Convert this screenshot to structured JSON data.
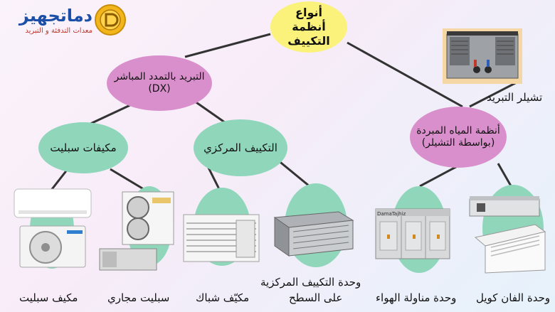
{
  "logo": {
    "name": "دماتجهيز",
    "tagline": "معدات التدفئة و التبريد"
  },
  "root": {
    "line1": "أنواع",
    "line2": "أنظمة التكييف"
  },
  "dx": {
    "line1": "التبريد بالتمدد المباشر",
    "line2": "(DX)"
  },
  "chilled": {
    "line1": "أنظمة المياه المبردة",
    "line2": "(بواسطة التشيلر)"
  },
  "split_group": {
    "label": "مكيفات سبليت"
  },
  "central_group": {
    "label": "التكييف المركزي"
  },
  "chiller": {
    "label": "تشيلر التبريد"
  },
  "units": {
    "split": "مكيف سبليت",
    "ducted": "سبليت مجاري",
    "window": "مكيّف شباك",
    "rooftop_1": "وحدة التكييف المركزية",
    "rooftop_2": "على السطح",
    "ahu": "وحدة مناولة الهواء",
    "fcu": "وحدة الفان كويل"
  },
  "brand_tag": "DamaTajhiz",
  "colors": {
    "pink": "#d98fcb",
    "green": "#8fd6bb",
    "yellow": "#fbf27c",
    "line": "#333333"
  }
}
